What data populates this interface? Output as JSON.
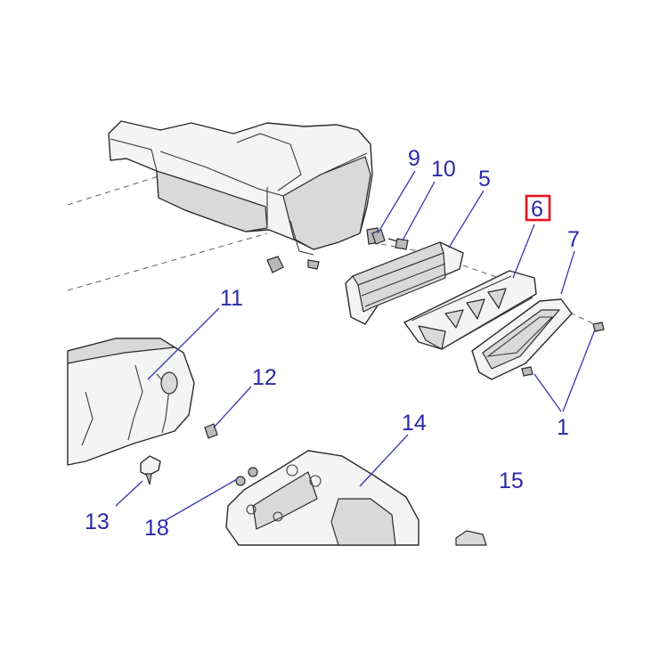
{
  "callouts": [
    {
      "id": "1",
      "label": "1"
    },
    {
      "id": "5",
      "label": "5"
    },
    {
      "id": "6",
      "label": "6",
      "highlighted": true
    },
    {
      "id": "7",
      "label": "7"
    },
    {
      "id": "9",
      "label": "9"
    },
    {
      "id": "10",
      "label": "10"
    },
    {
      "id": "11",
      "label": "11"
    },
    {
      "id": "12",
      "label": "12"
    },
    {
      "id": "13",
      "label": "13"
    },
    {
      "id": "14",
      "label": "14"
    },
    {
      "id": "15",
      "label": "15"
    },
    {
      "id": "18",
      "label": "18"
    }
  ],
  "colors": {
    "callout_text": "#2a2aa8",
    "highlight_box": "#e0141b",
    "line_art": "#2b2b2b"
  }
}
